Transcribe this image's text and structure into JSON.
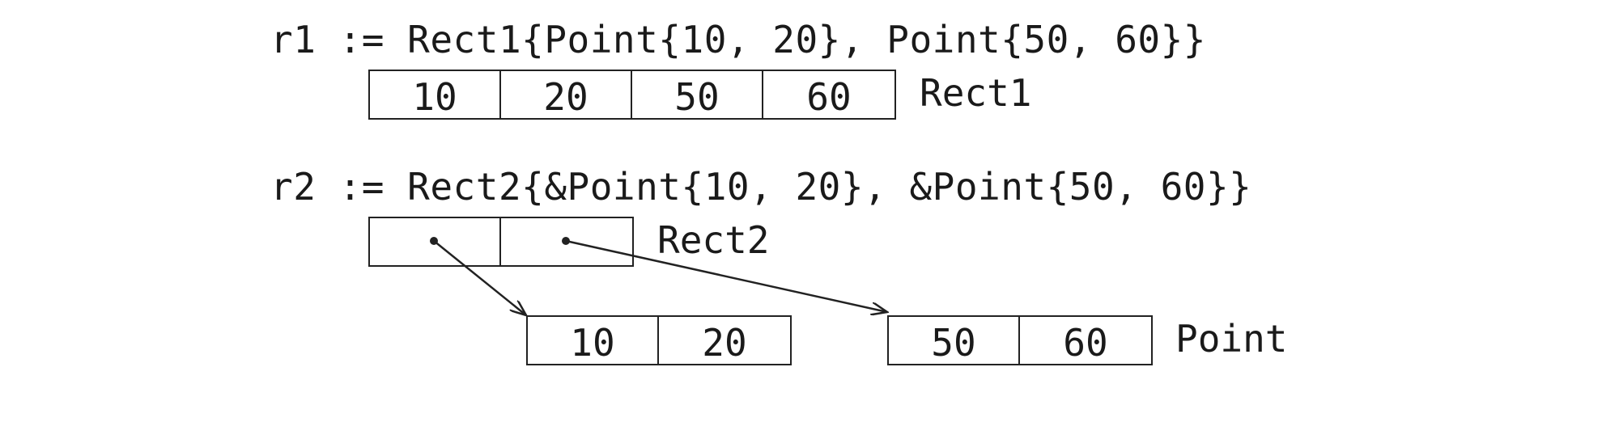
{
  "r1": {
    "code": "r1 := Rect1{Point{10, 20}, Point{50, 60}}",
    "cells": [
      "10",
      "20",
      "50",
      "60"
    ],
    "label": "Rect1"
  },
  "r2": {
    "code": "r2 := Rect2{&Point{10, 20}, &Point{50, 60}}",
    "label": "Rect2",
    "pointer_cells": [
      "",
      ""
    ]
  },
  "point_a": {
    "cells": [
      "10",
      "20"
    ]
  },
  "point_b": {
    "cells": [
      "50",
      "60"
    ],
    "label": "Point"
  }
}
